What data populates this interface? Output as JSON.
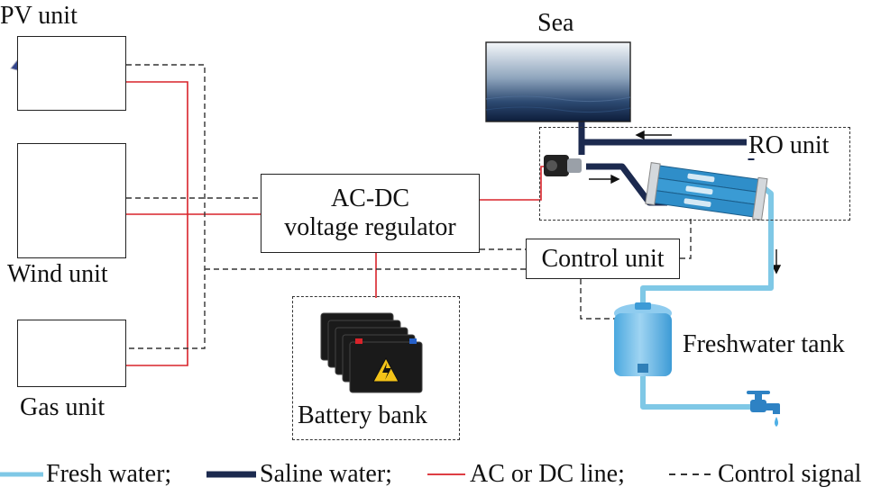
{
  "components": {
    "pv_unit": "PV unit",
    "wind_unit": "Wind unit",
    "gas_unit": "Gas unit",
    "regulator_line1": "AC-DC",
    "regulator_line2": "voltage regulator",
    "battery_bank": "Battery bank",
    "control_unit": "Control unit",
    "sea": "Sea",
    "ro_unit": "RO unit",
    "freshwater_tank": "Freshwater tank"
  },
  "legend": {
    "fresh_water": "Fresh water;",
    "saline_water": "Saline water;",
    "ac_dc_line": "AC or DC line;",
    "control_signal": "Control signal"
  },
  "colors": {
    "fresh_water": "#7fc8e6",
    "saline_water": "#1c2a4f",
    "ac_dc_line": "#d9232a",
    "control_signal": "#333333"
  }
}
